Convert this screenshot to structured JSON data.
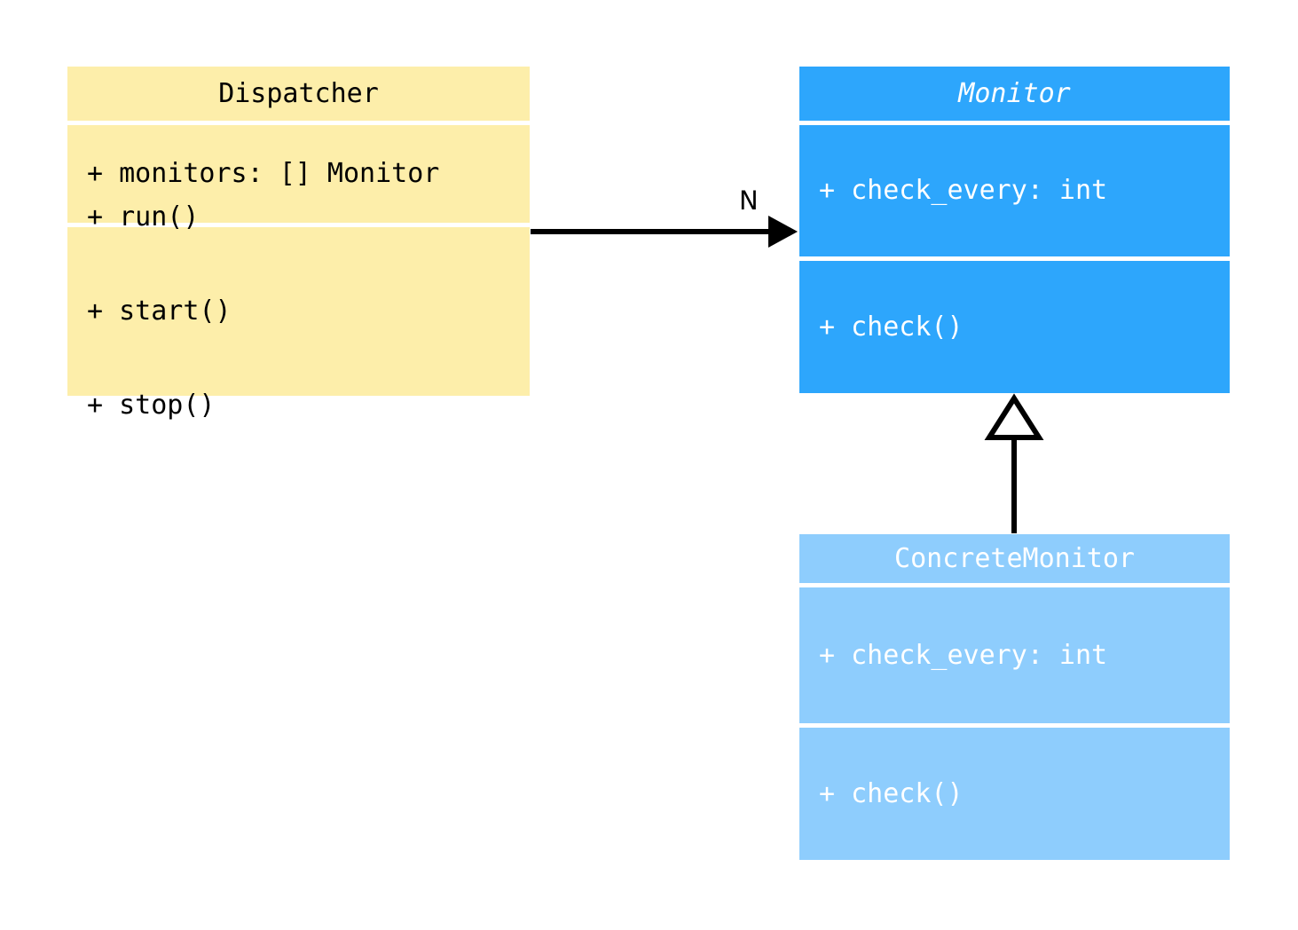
{
  "diagram": {
    "title": "Monitor dispatcher UML class diagram",
    "background_color": "#ffffff",
    "classes": [
      {
        "id": "dispatcher",
        "name": "Dispatcher",
        "abstract": false,
        "fill_color": "#fdeeaa",
        "text_color": "#000000",
        "attributes": [
          "+ monitors: [] Monitor"
        ],
        "methods": [
          "+ run()",
          "+ start()",
          "+ stop()"
        ]
      },
      {
        "id": "monitor",
        "name": "Monitor",
        "abstract": true,
        "fill_color": "#2da6fc",
        "text_color": "#ffffff",
        "attributes": [
          "+ check_every: int"
        ],
        "methods": [
          "+ check()"
        ]
      },
      {
        "id": "concrete_monitor",
        "name": "ConcreteMonitor",
        "abstract": false,
        "fill_color": "#8ecdfd",
        "text_color": "#ffffff",
        "attributes": [
          "+ check_every: int"
        ],
        "methods": [
          "+ check()"
        ]
      }
    ],
    "relationships": [
      {
        "id": "dispatcher-to-monitor",
        "type": "association",
        "from": "Dispatcher",
        "to": "Monitor",
        "arrowhead": "filled-arrow",
        "multiplicity_label": "N",
        "line_color": "#000000"
      },
      {
        "id": "concrete-to-monitor",
        "type": "generalization",
        "from": "ConcreteMonitor",
        "to": "Monitor",
        "arrowhead": "hollow-triangle",
        "multiplicity_label": "",
        "line_color": "#000000"
      }
    ]
  }
}
